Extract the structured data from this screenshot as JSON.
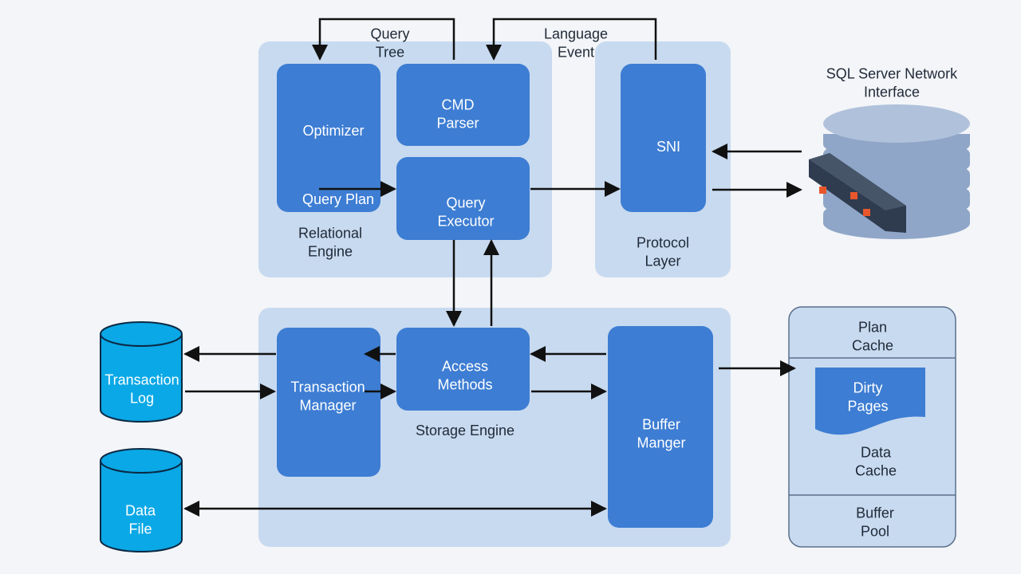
{
  "colors": {
    "panel": "#c8daf0",
    "box": "#3d7dd3",
    "cylinder": "#0aa8e6",
    "ink": "#111111",
    "label_dark": "#1f2937",
    "label_light": "#ffffff",
    "server": "#8fa6c8",
    "server_top": "#b0c1db",
    "server_bay": "#2f3b4f",
    "led": "#e8572b"
  },
  "panels": {
    "relational_engine": [
      "Relational",
      "Engine"
    ],
    "protocol_layer": [
      "Protocol",
      "Layer"
    ],
    "storage_engine": [
      "Storage Engine"
    ]
  },
  "boxes": {
    "optimizer": [
      "Optimizer"
    ],
    "cmd_parser": [
      "CMD",
      "Parser"
    ],
    "query_executor": [
      "Query",
      "Executor"
    ],
    "sni": [
      "SNI"
    ],
    "transaction_manager": [
      "Transaction",
      "Manager"
    ],
    "access_methods": [
      "Access",
      "Methods"
    ],
    "buffer_manager": [
      "Buffer",
      "Manger"
    ]
  },
  "edge_labels": {
    "query_tree": [
      "Query",
      "Tree"
    ],
    "language_event": [
      "Language",
      "Event"
    ],
    "query_plan": [
      "Query Plan"
    ]
  },
  "stores": {
    "transaction_log": [
      "Transaction",
      "Log"
    ],
    "data_file": [
      "Data",
      "File"
    ]
  },
  "network": {
    "title": [
      "SQL Server Network",
      "Interface"
    ]
  },
  "buffer_pool": {
    "plan_cache": [
      "Plan",
      "Cache"
    ],
    "dirty_pages": [
      "Dirty",
      "Pages"
    ],
    "data_cache": [
      "Data",
      "Cache"
    ],
    "buffer_pool": [
      "Buffer",
      "Pool"
    ]
  }
}
